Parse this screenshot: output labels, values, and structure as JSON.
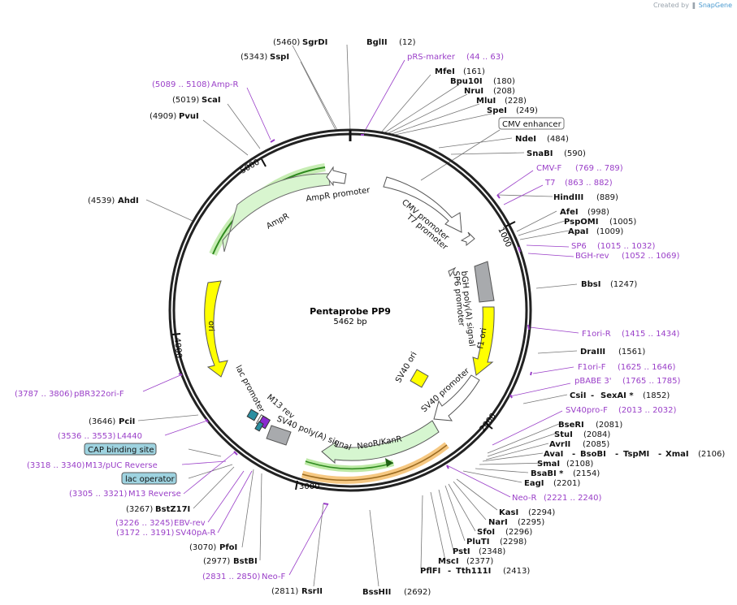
{
  "credit": {
    "prefix": "Created by",
    "brand": "SnapGene"
  },
  "plasmid": {
    "name": "Pentaprobe PP9",
    "length": "5462 bp"
  },
  "ticks": [
    "1000",
    "2000",
    "3000",
    "4000",
    "5000"
  ],
  "features": {
    "cmv_promoter": "CMV promoter",
    "t7_promoter": "T7 promoter",
    "bgh_polya": "bGH poly(A) signal",
    "sp6_promoter": "SP6 promoter",
    "f1_ori": "f1 ori",
    "sv40_ori": "SV40 ori",
    "sv40_promoter": "SV40 promoter",
    "neor": "NeoR/KanR",
    "sv40_polya": "SV40 poly(A) signal",
    "m13_rev": "M13 rev",
    "lac_promoter": "lac promoter",
    "ori": "ori",
    "ampr": "AmpR",
    "ampr_promoter": "AmpR promoter",
    "cmv_enhancer": "CMV enhancer",
    "cap_site": "CAP binding site",
    "lac_operator": "lac operator"
  },
  "sites": [
    {
      "id": "sgrdi",
      "name": "SgrDI",
      "pos": "(5460)"
    },
    {
      "id": "bglii",
      "name": "BglII",
      "pos": "(12)"
    },
    {
      "id": "sspi",
      "name": "SspI",
      "pos": "(5343)"
    },
    {
      "id": "mfei",
      "name": "MfeI",
      "pos": "(161)"
    },
    {
      "id": "bpu10i",
      "name": "Bpu10I",
      "pos": "(180)"
    },
    {
      "id": "nrui",
      "name": "NruI",
      "pos": "(208)"
    },
    {
      "id": "mlui",
      "name": "MluI",
      "pos": "(228)"
    },
    {
      "id": "spei",
      "name": "SpeI",
      "pos": "(249)"
    },
    {
      "id": "scai",
      "name": "ScaI",
      "pos": "(5019)"
    },
    {
      "id": "pvui",
      "name": "PvuI",
      "pos": "(4909)"
    },
    {
      "id": "ndei",
      "name": "NdeI",
      "pos": "(484)"
    },
    {
      "id": "snabi",
      "name": "SnaBI",
      "pos": "(590)"
    },
    {
      "id": "hindiii",
      "name": "HindIII",
      "pos": "(889)"
    },
    {
      "id": "ahdi",
      "name": "AhdI",
      "pos": "(4539)"
    },
    {
      "id": "afei",
      "name": "AfeI",
      "pos": "(998)"
    },
    {
      "id": "pspomi",
      "name": "PspOMI",
      "pos": "(1005)"
    },
    {
      "id": "apai",
      "name": "ApaI",
      "pos": "(1009)"
    },
    {
      "id": "bbsi",
      "name": "BbsI",
      "pos": "(1247)"
    },
    {
      "id": "draiii",
      "name": "DraIII",
      "pos": "(1561)"
    },
    {
      "id": "csii",
      "name": "CsiI",
      "pos": ""
    },
    {
      "id": "sexai",
      "name": "SexAI *",
      "pos": "(1852)"
    },
    {
      "id": "bseri",
      "name": "BseRI",
      "pos": "(2081)"
    },
    {
      "id": "stui",
      "name": "StuI",
      "pos": "(2084)"
    },
    {
      "id": "avrii",
      "name": "AvrII",
      "pos": "(2085)"
    },
    {
      "id": "avai",
      "name": "AvaI",
      "pos": ""
    },
    {
      "id": "bsobi",
      "name": "BsoBI",
      "pos": ""
    },
    {
      "id": "tspmi",
      "name": "TspMI",
      "pos": ""
    },
    {
      "id": "xmai",
      "name": "XmaI",
      "pos": "(2106)"
    },
    {
      "id": "smai",
      "name": "SmaI",
      "pos": "(2108)"
    },
    {
      "id": "bsabi",
      "name": "BsaBI *",
      "pos": "(2154)"
    },
    {
      "id": "eagi",
      "name": "EagI",
      "pos": "(2201)"
    },
    {
      "id": "pcii",
      "name": "PciI",
      "pos": "(3646)"
    },
    {
      "id": "bstz17i",
      "name": "BstZ17I",
      "pos": "(3267)"
    },
    {
      "id": "kasi",
      "name": "KasI",
      "pos": "(2294)"
    },
    {
      "id": "nari",
      "name": "NarI",
      "pos": "(2295)"
    },
    {
      "id": "sfoi",
      "name": "SfoI",
      "pos": "(2296)"
    },
    {
      "id": "pluti",
      "name": "PluTI",
      "pos": "(2298)"
    },
    {
      "id": "psti",
      "name": "PstI",
      "pos": "(2348)"
    },
    {
      "id": "msci",
      "name": "MscI",
      "pos": "(2377)"
    },
    {
      "id": "pflfi",
      "name": "PflFI",
      "pos": ""
    },
    {
      "id": "tth111i",
      "name": "Tth111I",
      "pos": "(2413)"
    },
    {
      "id": "pfoi",
      "name": "PfoI",
      "pos": "(3070)"
    },
    {
      "id": "bstbi",
      "name": "BstBI",
      "pos": "(2977)"
    },
    {
      "id": "rsrii",
      "name": "RsrII",
      "pos": "(2811)"
    },
    {
      "id": "besshii",
      "name": "BssHII",
      "pos": "(2692)"
    }
  ],
  "primers": [
    {
      "id": "prs_marker",
      "name": "pRS-marker",
      "range": "(44 .. 63)"
    },
    {
      "id": "amp_r",
      "name": "Amp-R",
      "range": "(5089 .. 5108)"
    },
    {
      "id": "cmv_f",
      "name": "CMV-F",
      "range": "(769 .. 789)"
    },
    {
      "id": "t7",
      "name": "T7",
      "range": "(863 .. 882)"
    },
    {
      "id": "sp6",
      "name": "SP6",
      "range": "(1015 .. 1032)"
    },
    {
      "id": "bgh_rev",
      "name": "BGH-rev",
      "range": "(1052 .. 1069)"
    },
    {
      "id": "f1ori_r",
      "name": "F1ori-R",
      "range": "(1415 .. 1434)"
    },
    {
      "id": "f1ori_f",
      "name": "F1ori-F",
      "range": "(1625 .. 1646)"
    },
    {
      "id": "pbabe3",
      "name": "pBABE 3'",
      "range": "(1765 .. 1785)"
    },
    {
      "id": "sv40pro_f",
      "name": "SV40pro-F",
      "range": "(2013 .. 2032)"
    },
    {
      "id": "neo_r",
      "name": "Neo-R",
      "range": "(2221 .. 2240)"
    },
    {
      "id": "pbr322ori_f",
      "name": "pBR322ori-F",
      "range": "(3787 .. 3806)"
    },
    {
      "id": "l4440",
      "name": "L4440",
      "range": "(3536 .. 3553)"
    },
    {
      "id": "m13puc_rev",
      "name": "M13/pUC Reverse",
      "range": "(3318 .. 3340)"
    },
    {
      "id": "m13_reverse",
      "name": "M13 Reverse",
      "range": "(3305 .. 3321)"
    },
    {
      "id": "ebv_rev",
      "name": "EBV-rev",
      "range": "(3226 .. 3245)"
    },
    {
      "id": "sv40pa_r",
      "name": "SV40pA-R",
      "range": "(3172 .. 3191)"
    },
    {
      "id": "neo_f",
      "name": "Neo-F",
      "range": "(2831 .. 2850)"
    }
  ],
  "colors": {
    "backbone": "#222222",
    "primer": "#9a3fc8",
    "ampr_fill": "#d8f5cf",
    "yellow": "#ffff00",
    "grey_feature": "#a8aaad",
    "cap_box": "#9ed3e0",
    "neor_fill": "#d6f6d0",
    "orange_glow": "#f6c882",
    "green_glow": "#9fdf7f"
  }
}
